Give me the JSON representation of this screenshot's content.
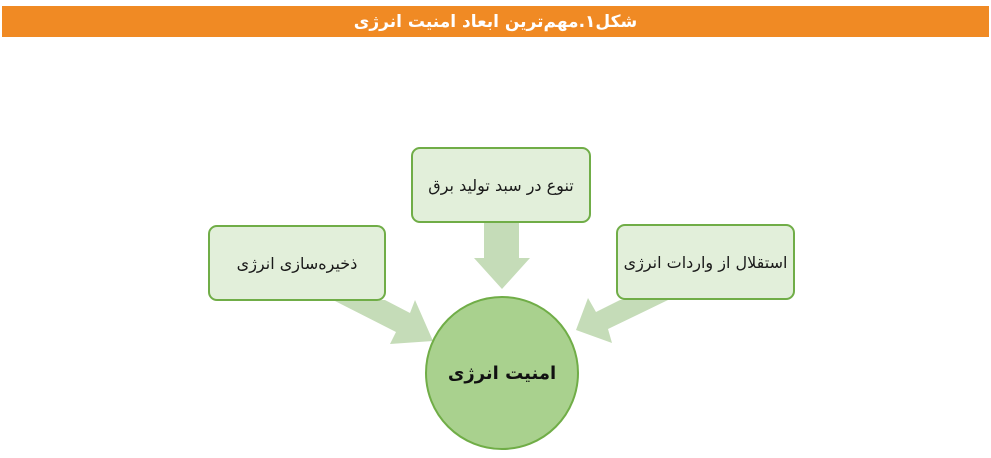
{
  "header": {
    "title": "شکل۱.مهم‌ترین ابعاد امنیت انرژی",
    "background_color": "#f08a24"
  },
  "diagram": {
    "center": {
      "label": "امنیت انرژی",
      "fill_color": "#a9d18e",
      "border_color": "#70ad47"
    },
    "nodes": [
      {
        "id": "top",
        "label": "تنوع در سبد تولید برق",
        "position": "top"
      },
      {
        "id": "left",
        "label": "ذخیره‌سازی انرژی",
        "position": "left"
      },
      {
        "id": "right",
        "label": "استقلال از واردات انرژی",
        "position": "right"
      }
    ],
    "box_fill_color": "#e2efda",
    "box_border_color": "#70ad47",
    "arrow_color": "#c5dcb8"
  }
}
